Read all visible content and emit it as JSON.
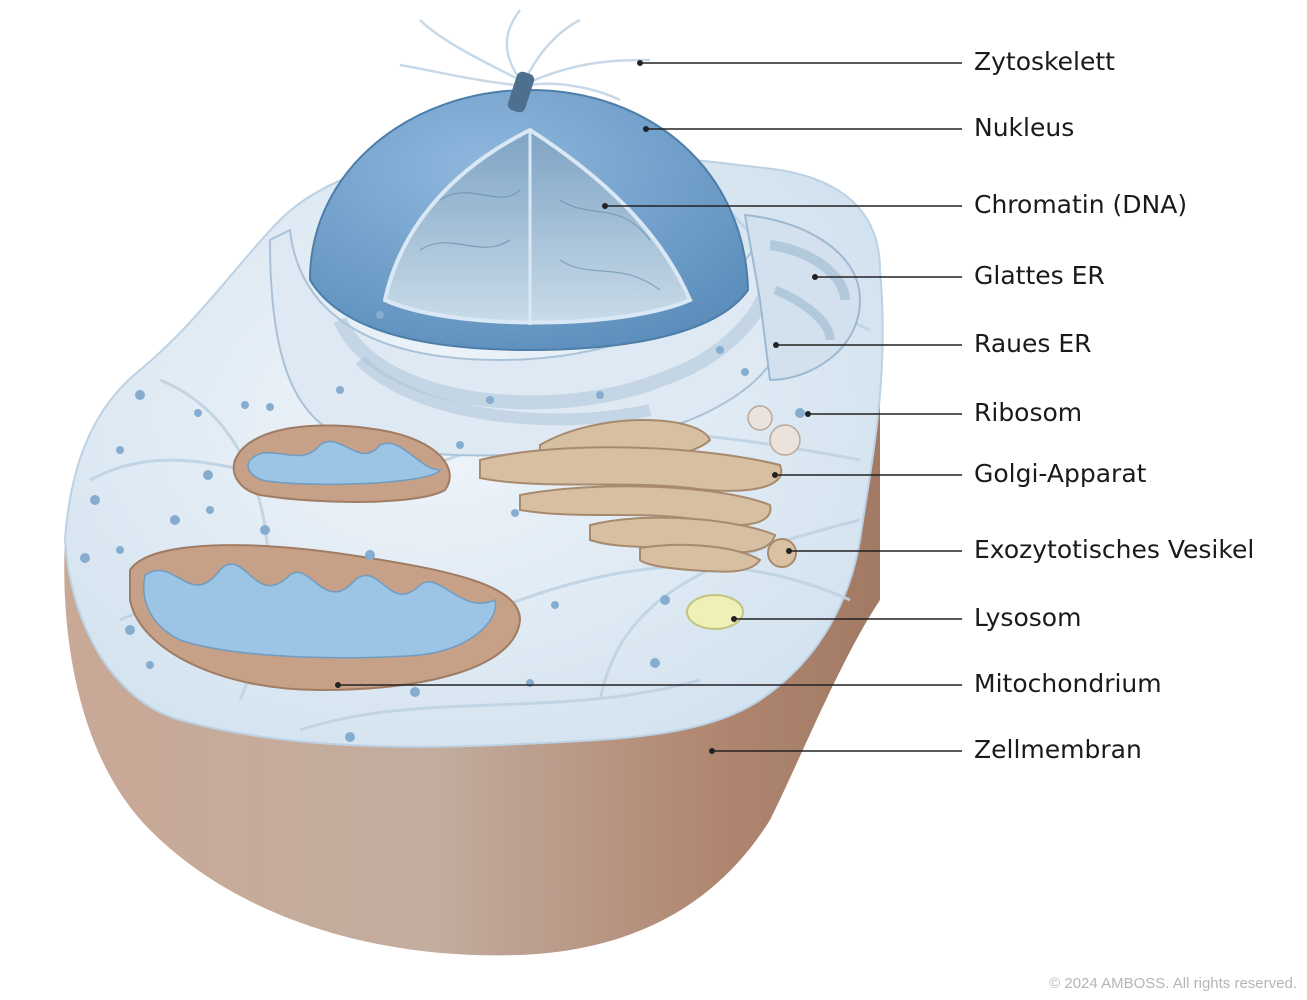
{
  "labels": {
    "zytoskelett": "Zytoskelett",
    "nukleus": "Nukleus",
    "chromatin": "Chromatin (DNA)",
    "glattes_er": "Glattes ER",
    "raues_er": "Raues ER",
    "ribosom": "Ribosom",
    "golgi": "Golgi-Apparat",
    "exozytotisches_vesikel": "Exozytotisches Vesikel",
    "lysosom": "Lysosom",
    "mitochondrium": "Mitochondrium",
    "zellmembran": "Zellmembran"
  },
  "copyright": "© 2024 AMBOSS. All rights reserved.",
  "colors": {
    "membrane": "#b9927f",
    "cytoplasm": "#e3eef7",
    "nucleus": "#6e9fc9",
    "er": "#d9e6f2",
    "golgi": "#d9c1a4",
    "mito_outer": "#c7a187",
    "mito_inner": "#9cc4e4",
    "lysosome": "#eef0b8"
  }
}
